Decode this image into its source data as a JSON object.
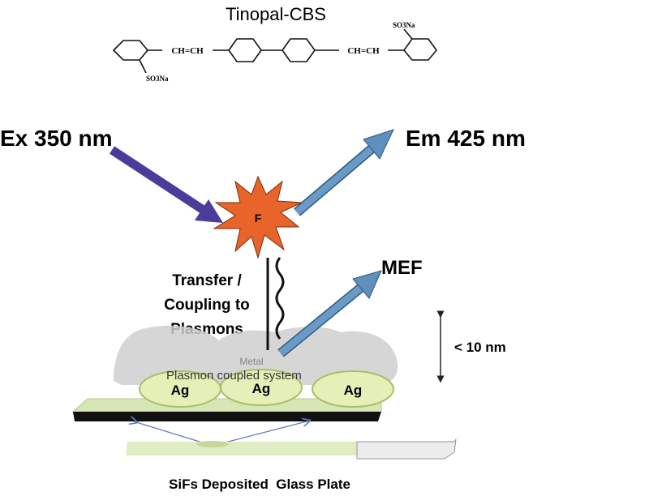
{
  "title": "Tinopal-CBS",
  "molecule": {
    "linker_left": "CH=CH",
    "linker_right": "CH=CH",
    "substituent_left": "SO3Na",
    "substituent_right": "SO3Na"
  },
  "labels": {
    "excitation": "Ex 350 nm",
    "emission": "Em 425 nm",
    "fluorophore": "F",
    "mef": "MEF",
    "transfer_line1": "Transfer /",
    "transfer_line2": "Coupling to",
    "transfer_line3": "Plasmons",
    "distance": "< 10 nm",
    "metal": "Metal",
    "plasmon_system": "Plasmon coupled system",
    "ag1": "Ag",
    "ag2": "Ag",
    "ag3": "Ag",
    "caption": "SiFs Deposited  Glass Plate"
  },
  "colors": {
    "ex_arrow": "#4b3b9a",
    "em_arrow": "#4a7eb0",
    "star": "#e8642a",
    "ag": "#e4f0b8",
    "plate": "#d6e6b4"
  }
}
